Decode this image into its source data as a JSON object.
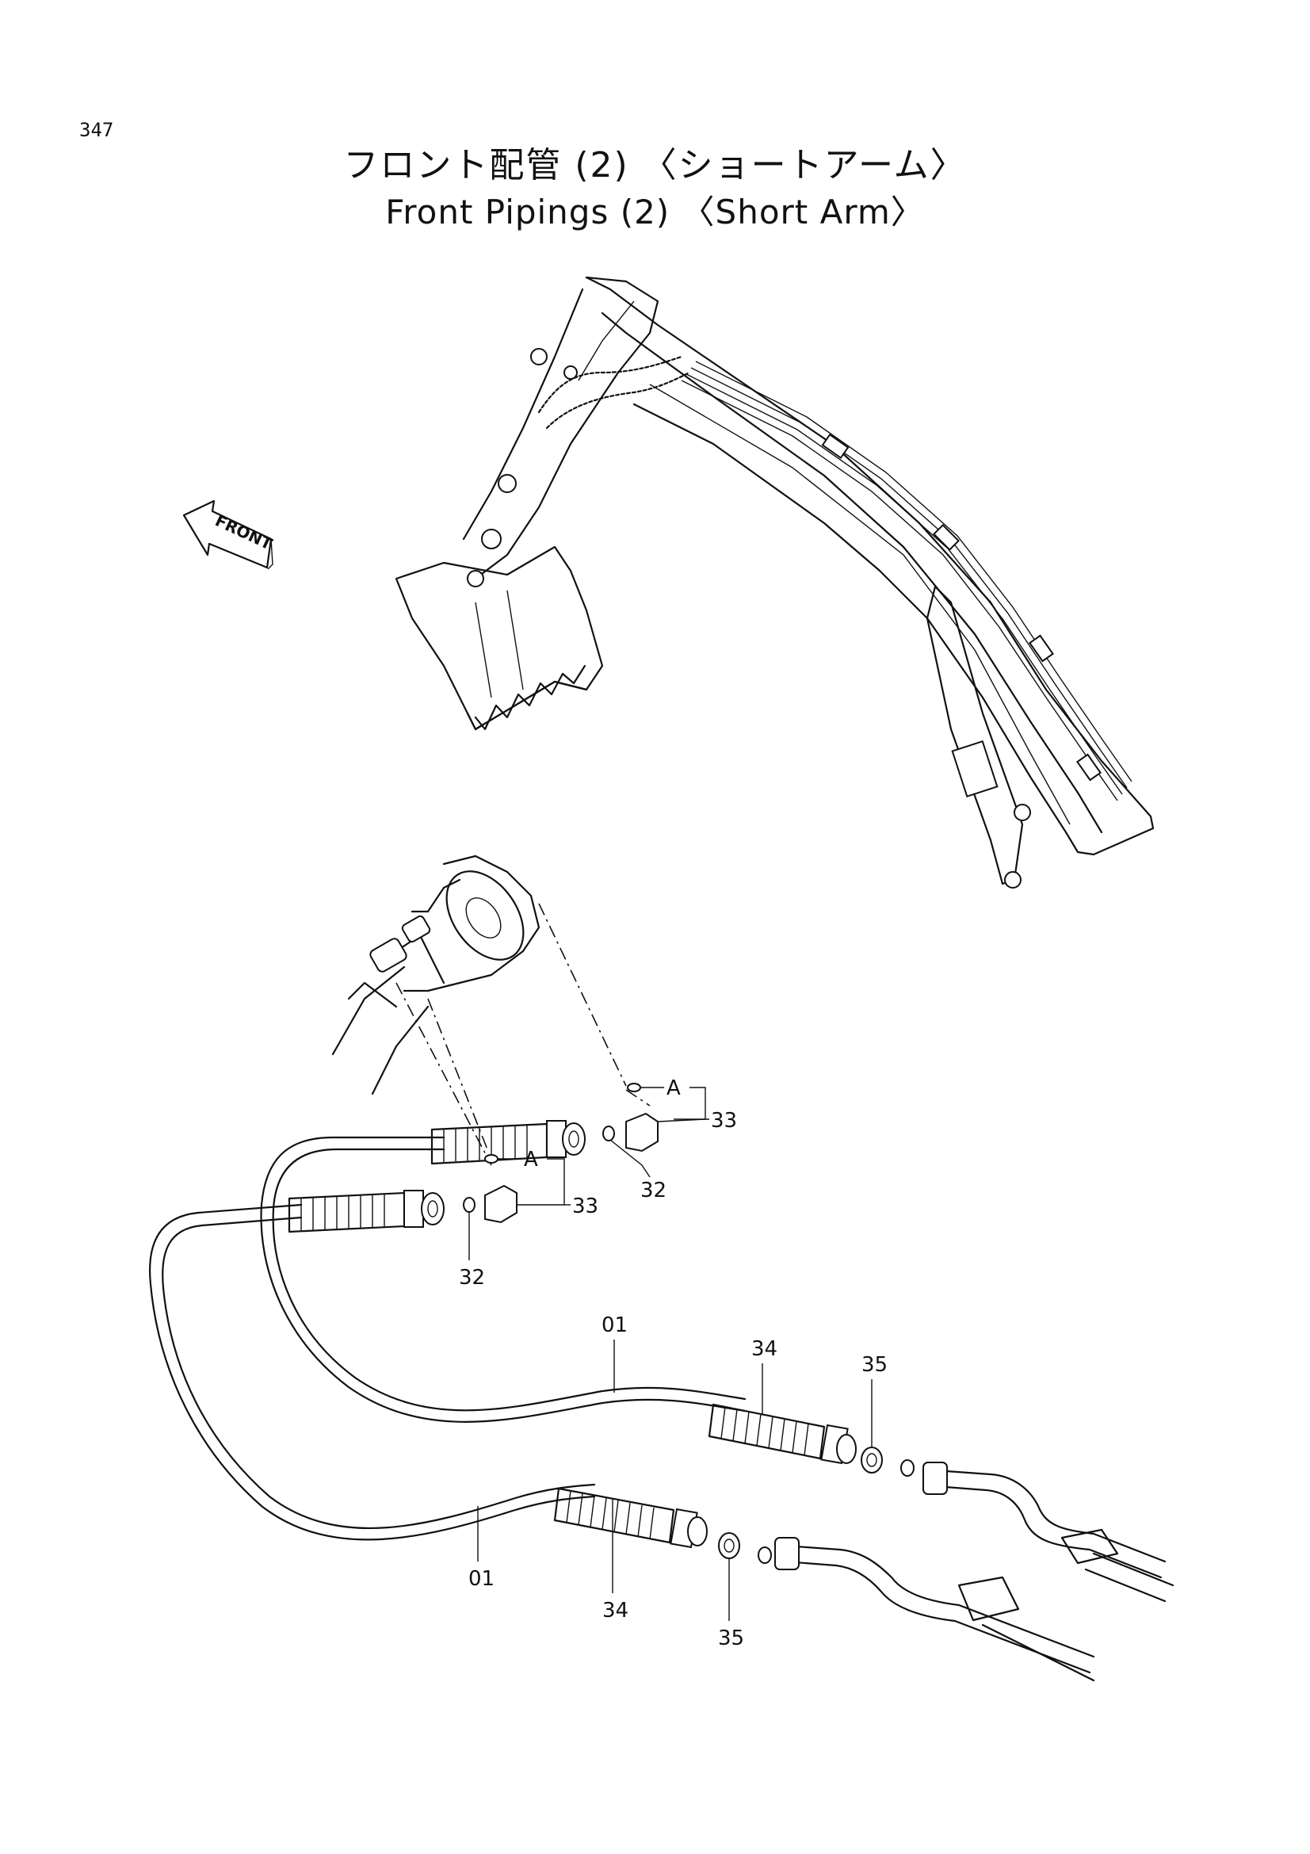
{
  "page_number": "347",
  "title_jp": "フロント配管 (2) 〈ショートアーム〉",
  "title_en": "Front Pipings (2) 〈Short Arm〉",
  "direction_label": "FRONT",
  "callouts": {
    "a_upper": "A",
    "a_lower": "A",
    "c33_upper": "33",
    "c33_lower": "33",
    "c32_upper": "32",
    "c32_lower": "32",
    "c01_upper": "01",
    "c01_lower": "01",
    "c34_upper": "34",
    "c34_lower": "34",
    "c35_upper": "35",
    "c35_lower": "35"
  }
}
